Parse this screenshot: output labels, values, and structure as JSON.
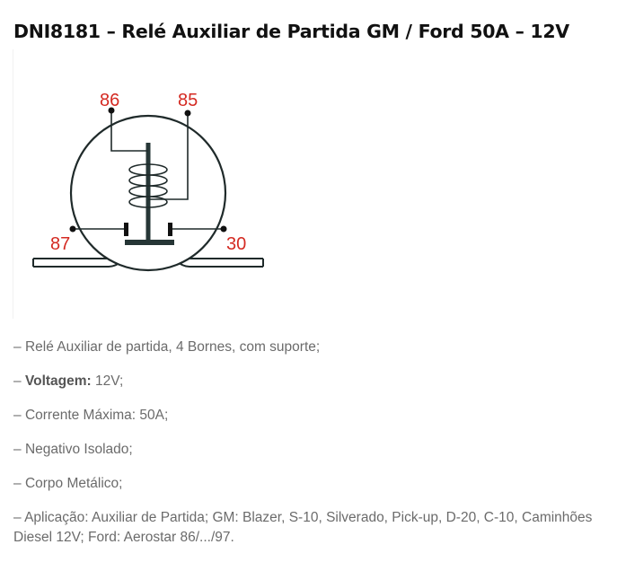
{
  "page": {
    "title": "DNI8181 – Relé Auxiliar de Partida GM / Ford 50A – 12V"
  },
  "diagram": {
    "terminals": {
      "t86": "86",
      "t85": "85",
      "t87": "87",
      "t30": "30"
    },
    "colors": {
      "label": "#d42a22",
      "line": "#1f2a2a"
    }
  },
  "specs": {
    "items": [
      {
        "prefix": "– ",
        "bold": "",
        "text": "Relé Auxiliar de partida, 4 Bornes, com suporte;"
      },
      {
        "prefix": "– ",
        "bold": "Voltagem:",
        "text": " 12V;"
      },
      {
        "prefix": "– ",
        "bold": "",
        "text": "Corrente Máxima: 50A;"
      },
      {
        "prefix": "– ",
        "bold": "",
        "text": "Negativo Isolado;"
      },
      {
        "prefix": "– ",
        "bold": "",
        "text": "Corpo Metálico;"
      },
      {
        "prefix": "– ",
        "bold": "",
        "text": "Aplicação: Auxiliar de Partida; GM: Blazer, S-10, Silverado, Pick-up, D-20, C-10, Caminhões Diesel 12V; Ford: Aerostar 86/.../97."
      }
    ]
  }
}
